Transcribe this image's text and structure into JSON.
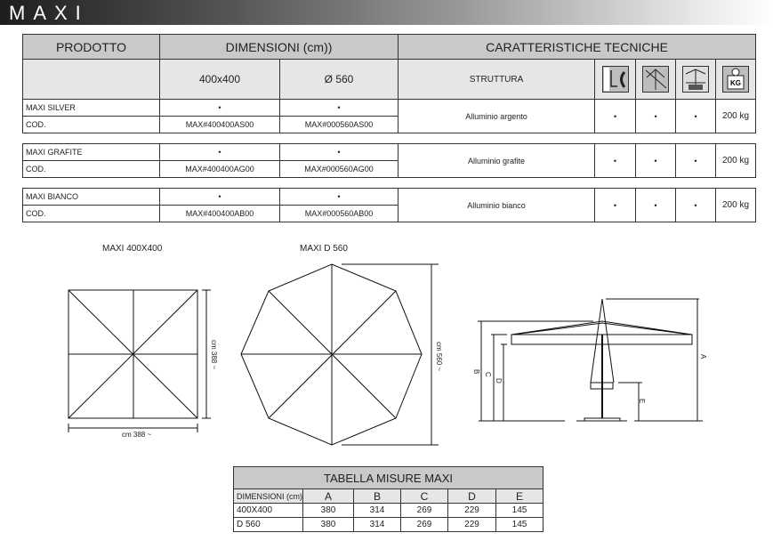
{
  "title": "MAXI",
  "main_table": {
    "headers": {
      "product": "PRODOTTO",
      "dimensions": "DIMENSIONI (cm))",
      "features": "CARATTERISTICHE TECNICHE"
    },
    "subheaders": {
      "size1": "400x400",
      "size2": "Ø 560",
      "structure": "STRUTTURA"
    },
    "icons": [
      "tilt-icon",
      "umbrella-rotation-icon",
      "base-ballast-icon",
      "weight-kg-icon"
    ],
    "icon_kg_text": "KG",
    "products": [
      {
        "name": "MAXI SILVER",
        "cod_label": "COD.",
        "dot1": "•",
        "dot2": "•",
        "code1": "MAX#400400AS00",
        "code2": "MAX#000560AS00",
        "structure": "Alluminio argento",
        "f1": "•",
        "f2": "•",
        "f3": "•",
        "weight": "200 kg"
      },
      {
        "name": "MAXI GRAFITE",
        "cod_label": "COD.",
        "dot1": "•",
        "dot2": "•",
        "code1": "MAX#400400AG00",
        "code2": "MAX#000560AG00",
        "structure": "Alluminio grafite",
        "f1": "•",
        "f2": "•",
        "f3": "•",
        "weight": "200 kg"
      },
      {
        "name": "MAXI BIANCO",
        "cod_label": "COD.",
        "dot1": "•",
        "dot2": "•",
        "code1": "MAX#400400AB00",
        "code2": "MAX#000560AB00",
        "structure": "Alluminio bianco",
        "f1": "•",
        "f2": "•",
        "f3": "•",
        "weight": "200 kg"
      }
    ]
  },
  "diagrams": {
    "square_title": "MAXI 400X400",
    "square_dim_v": "cm 388 ~",
    "square_dim_h": "cm 388 ~",
    "octagon_title": "MAXI D 560",
    "octagon_dim": "cm 560 ~",
    "side_labels": {
      "a": "A",
      "b": "B",
      "c": "C",
      "d": "D",
      "e": "E"
    }
  },
  "measure_table": {
    "title": "TABELLA MISURE MAXI",
    "headers": [
      "DIMENSIONI (cm)",
      "A",
      "B",
      "C",
      "D",
      "E"
    ],
    "rows": [
      [
        "400X400",
        "380",
        "314",
        "269",
        "229",
        "145"
      ],
      [
        "D 560",
        "380",
        "314",
        "269",
        "229",
        "145"
      ]
    ]
  }
}
